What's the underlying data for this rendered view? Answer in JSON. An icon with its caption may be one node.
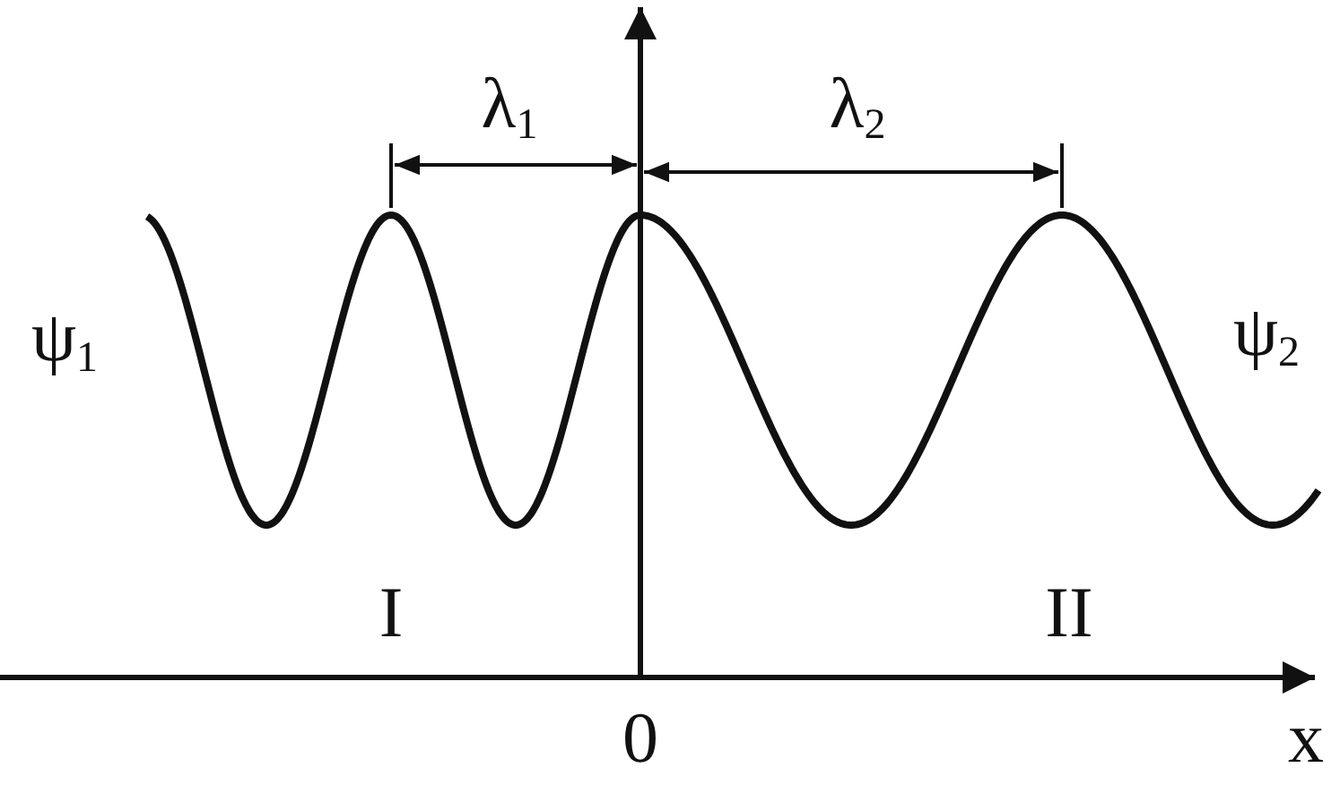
{
  "diagram": {
    "labels": [
      "λ$_{1}$",
      "λ$_{2}$",
      "ψ$_{1}$",
      "ψ$_{2}$",
      "I",
      "II",
      "0",
      "x"
    ]
  }
}
